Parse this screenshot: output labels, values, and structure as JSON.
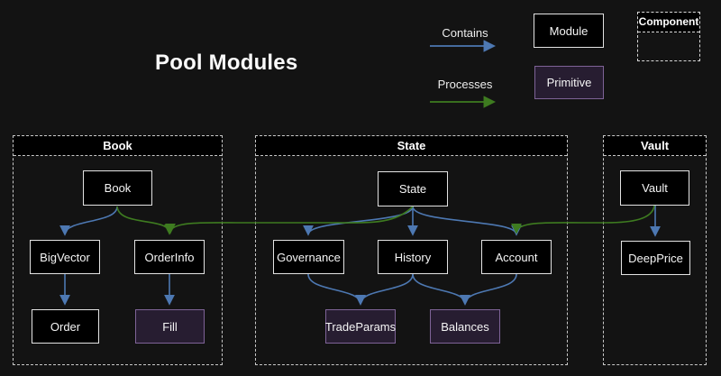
{
  "title": "Pool Modules",
  "legend": {
    "contains": "Contains",
    "processes": "Processes",
    "module": "Module",
    "primitive": "Primitive",
    "component": "Component"
  },
  "containers": {
    "book": {
      "label": "Book"
    },
    "state": {
      "label": "State"
    },
    "vault": {
      "label": "Vault"
    }
  },
  "nodes": {
    "book": {
      "label": "Book",
      "type": "module",
      "container": "book"
    },
    "bigvector": {
      "label": "BigVector",
      "type": "module",
      "container": "book"
    },
    "orderinfo": {
      "label": "OrderInfo",
      "type": "module",
      "container": "book"
    },
    "order": {
      "label": "Order",
      "type": "module",
      "container": "book"
    },
    "fill": {
      "label": "Fill",
      "type": "primitive",
      "container": "book"
    },
    "state": {
      "label": "State",
      "type": "module",
      "container": "state"
    },
    "governance": {
      "label": "Governance",
      "type": "module",
      "container": "state"
    },
    "history": {
      "label": "History",
      "type": "module",
      "container": "state"
    },
    "account": {
      "label": "Account",
      "type": "module",
      "container": "state"
    },
    "tradeparams": {
      "label": "TradeParams",
      "type": "primitive",
      "container": "state"
    },
    "balances": {
      "label": "Balances",
      "type": "primitive",
      "container": "state"
    },
    "vault": {
      "label": "Vault",
      "type": "module",
      "container": "vault"
    },
    "deepprice": {
      "label": "DeepPrice",
      "type": "module",
      "container": "vault"
    }
  },
  "edges": [
    {
      "from": "Book",
      "to": "BigVector",
      "relation": "contains"
    },
    {
      "from": "Book",
      "to": "OrderInfo",
      "relation": "processes"
    },
    {
      "from": "BigVector",
      "to": "Order",
      "relation": "contains"
    },
    {
      "from": "OrderInfo",
      "to": "Fill",
      "relation": "contains"
    },
    {
      "from": "State",
      "to": "Governance",
      "relation": "contains"
    },
    {
      "from": "State",
      "to": "History",
      "relation": "contains"
    },
    {
      "from": "State",
      "to": "Account",
      "relation": "contains"
    },
    {
      "from": "State",
      "to": "OrderInfo",
      "relation": "processes"
    },
    {
      "from": "Governance",
      "to": "TradeParams",
      "relation": "contains"
    },
    {
      "from": "History",
      "to": "TradeParams",
      "relation": "contains"
    },
    {
      "from": "History",
      "to": "Balances",
      "relation": "contains"
    },
    {
      "from": "Account",
      "to": "Balances",
      "relation": "contains"
    },
    {
      "from": "Vault",
      "to": "DeepPrice",
      "relation": "contains"
    },
    {
      "from": "Vault",
      "to": "Account",
      "relation": "processes"
    }
  ],
  "colors": {
    "background": "#131313",
    "contains_arrow": "#4d78b2",
    "processes_arrow": "#3e7b20",
    "module_fill": "#000000",
    "module_border": "#e3e3e3",
    "primitive_fill": "#271d31",
    "primitive_border": "#7e6397",
    "container_border": "#c9c9c9"
  }
}
